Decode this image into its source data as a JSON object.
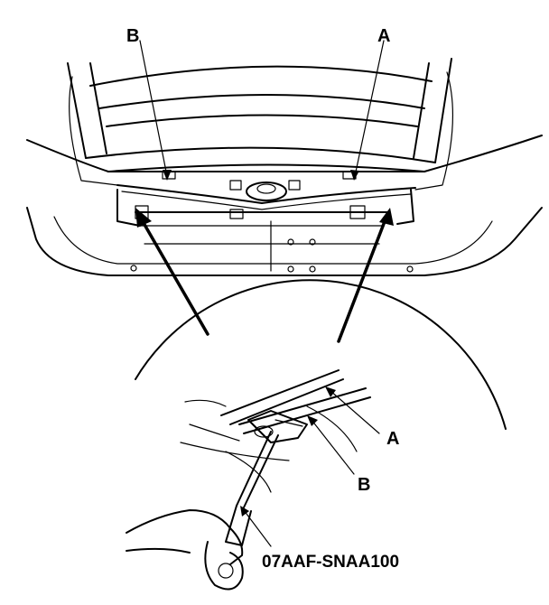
{
  "callouts": {
    "top_b": "B",
    "top_a": "A",
    "detail_a": "A",
    "detail_b": "B",
    "tool": "07AAF-SNAA100"
  }
}
